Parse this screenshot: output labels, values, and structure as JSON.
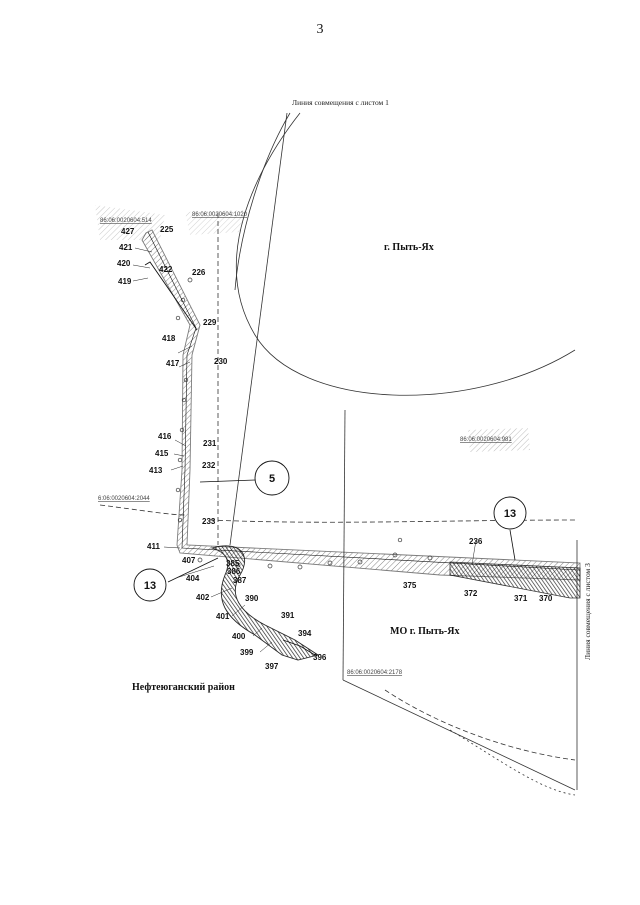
{
  "page_number": "3",
  "match_line_top": "Линия совмещения с листом 1",
  "match_line_right": "Линия совмещения с листом 3",
  "areas": {
    "city": "г. Пыть-Ях",
    "municipality": "МО г. Пыть-Ях",
    "district": "Нефтеюганский район"
  },
  "cadastral_numbers": {
    "c1": "86:06:0020604:514",
    "c2": "86:06:0020604:1020",
    "c3": "86:06:0020604:981",
    "c4": "6:06:0020604:2044",
    "c5": "86:06:0020604:2178"
  },
  "callouts": {
    "a": "5",
    "b": "13",
    "c": "13"
  },
  "points": {
    "p427": "427",
    "p225": "225",
    "p421": "421",
    "p420": "420",
    "p422": "422",
    "p226": "226",
    "p419": "419",
    "p229": "229",
    "p418": "418",
    "p417": "417",
    "p230": "230",
    "p416": "416",
    "p231": "231",
    "p415": "415",
    "p232": "232",
    "p413": "413",
    "p233": "233",
    "p411": "411",
    "p407": "407",
    "p385": "385",
    "p386": "386",
    "p387": "387",
    "p404": "404",
    "p402": "402",
    "p390": "390",
    "p401": "401",
    "p391": "391",
    "p400": "400",
    "p394": "394",
    "p399": "399",
    "p396": "396",
    "p397": "397",
    "p375": "375",
    "p236": "236",
    "p372": "372",
    "p371": "371",
    "p370": "370"
  }
}
